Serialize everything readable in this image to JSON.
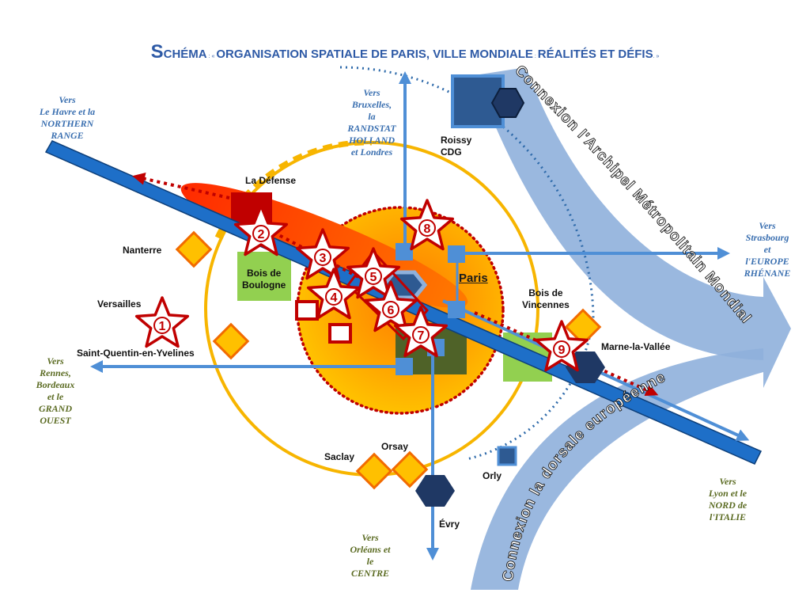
{
  "title": {
    "big": "S",
    "rest": "CHÉMA",
    "sep1": " : « ",
    "main": "ORGANISATION SPATIALE DE PARIS, VILLE MONDIALE",
    "sep2": " : ",
    "sub": "RÉALITÉS ET DÉFIS",
    "end": ". »"
  },
  "places": {
    "la_defense": "La Défense",
    "nanterre": "Nanterre",
    "bois_boulogne": [
      "Bois de",
      "Boulogne"
    ],
    "versailles": "Versailles",
    "sqy": "Saint-Quentin-en-Yvelines",
    "paris": "Paris",
    "bois_vincennes": [
      "Bois de",
      "Vincennes"
    ],
    "marne": "Marne-la-Vallée",
    "roissy": [
      "Roissy",
      "CDG"
    ],
    "saclay": "Saclay",
    "orsay": "Orsay",
    "orly": "Orly",
    "evry": "Évry"
  },
  "directions": {
    "havre": [
      "Vers",
      "Le Havre et la",
      "NORTHERN",
      "RANGE"
    ],
    "bruxelles": [
      "Vers",
      "Bruxelles,",
      "la",
      "RANDSTAT",
      "HOLLAND",
      "et Londres"
    ],
    "strasbourg": [
      "Vers",
      "Strasbourg",
      "et",
      "l'EUROPE",
      "RHÉNANE"
    ],
    "rennes": [
      "Vers",
      "Rennes,",
      "Bordeaux",
      "et le",
      "GRAND",
      "OUEST"
    ],
    "orleans": [
      "Vers",
      "Orléans et",
      "le",
      "CENTRE"
    ],
    "lyon": [
      "Vers",
      "Lyon et le",
      "NORD de",
      "l'ITALIE"
    ]
  },
  "arcs": {
    "archipel": "Connexion l'Archipel Métropolitain Mondial",
    "dorsale": "Connexion la dorsale européenne"
  },
  "stars": [
    "1",
    "2",
    "3",
    "4",
    "5",
    "6",
    "7",
    "8",
    "9"
  ],
  "colors": {
    "blue_axis": "#1e6fc8",
    "light_blue": "#4f8fd6",
    "red_dotted": "#c00000",
    "orange": "#f7b500",
    "arc_fill": "#8fb0db",
    "green": "#92d050"
  }
}
